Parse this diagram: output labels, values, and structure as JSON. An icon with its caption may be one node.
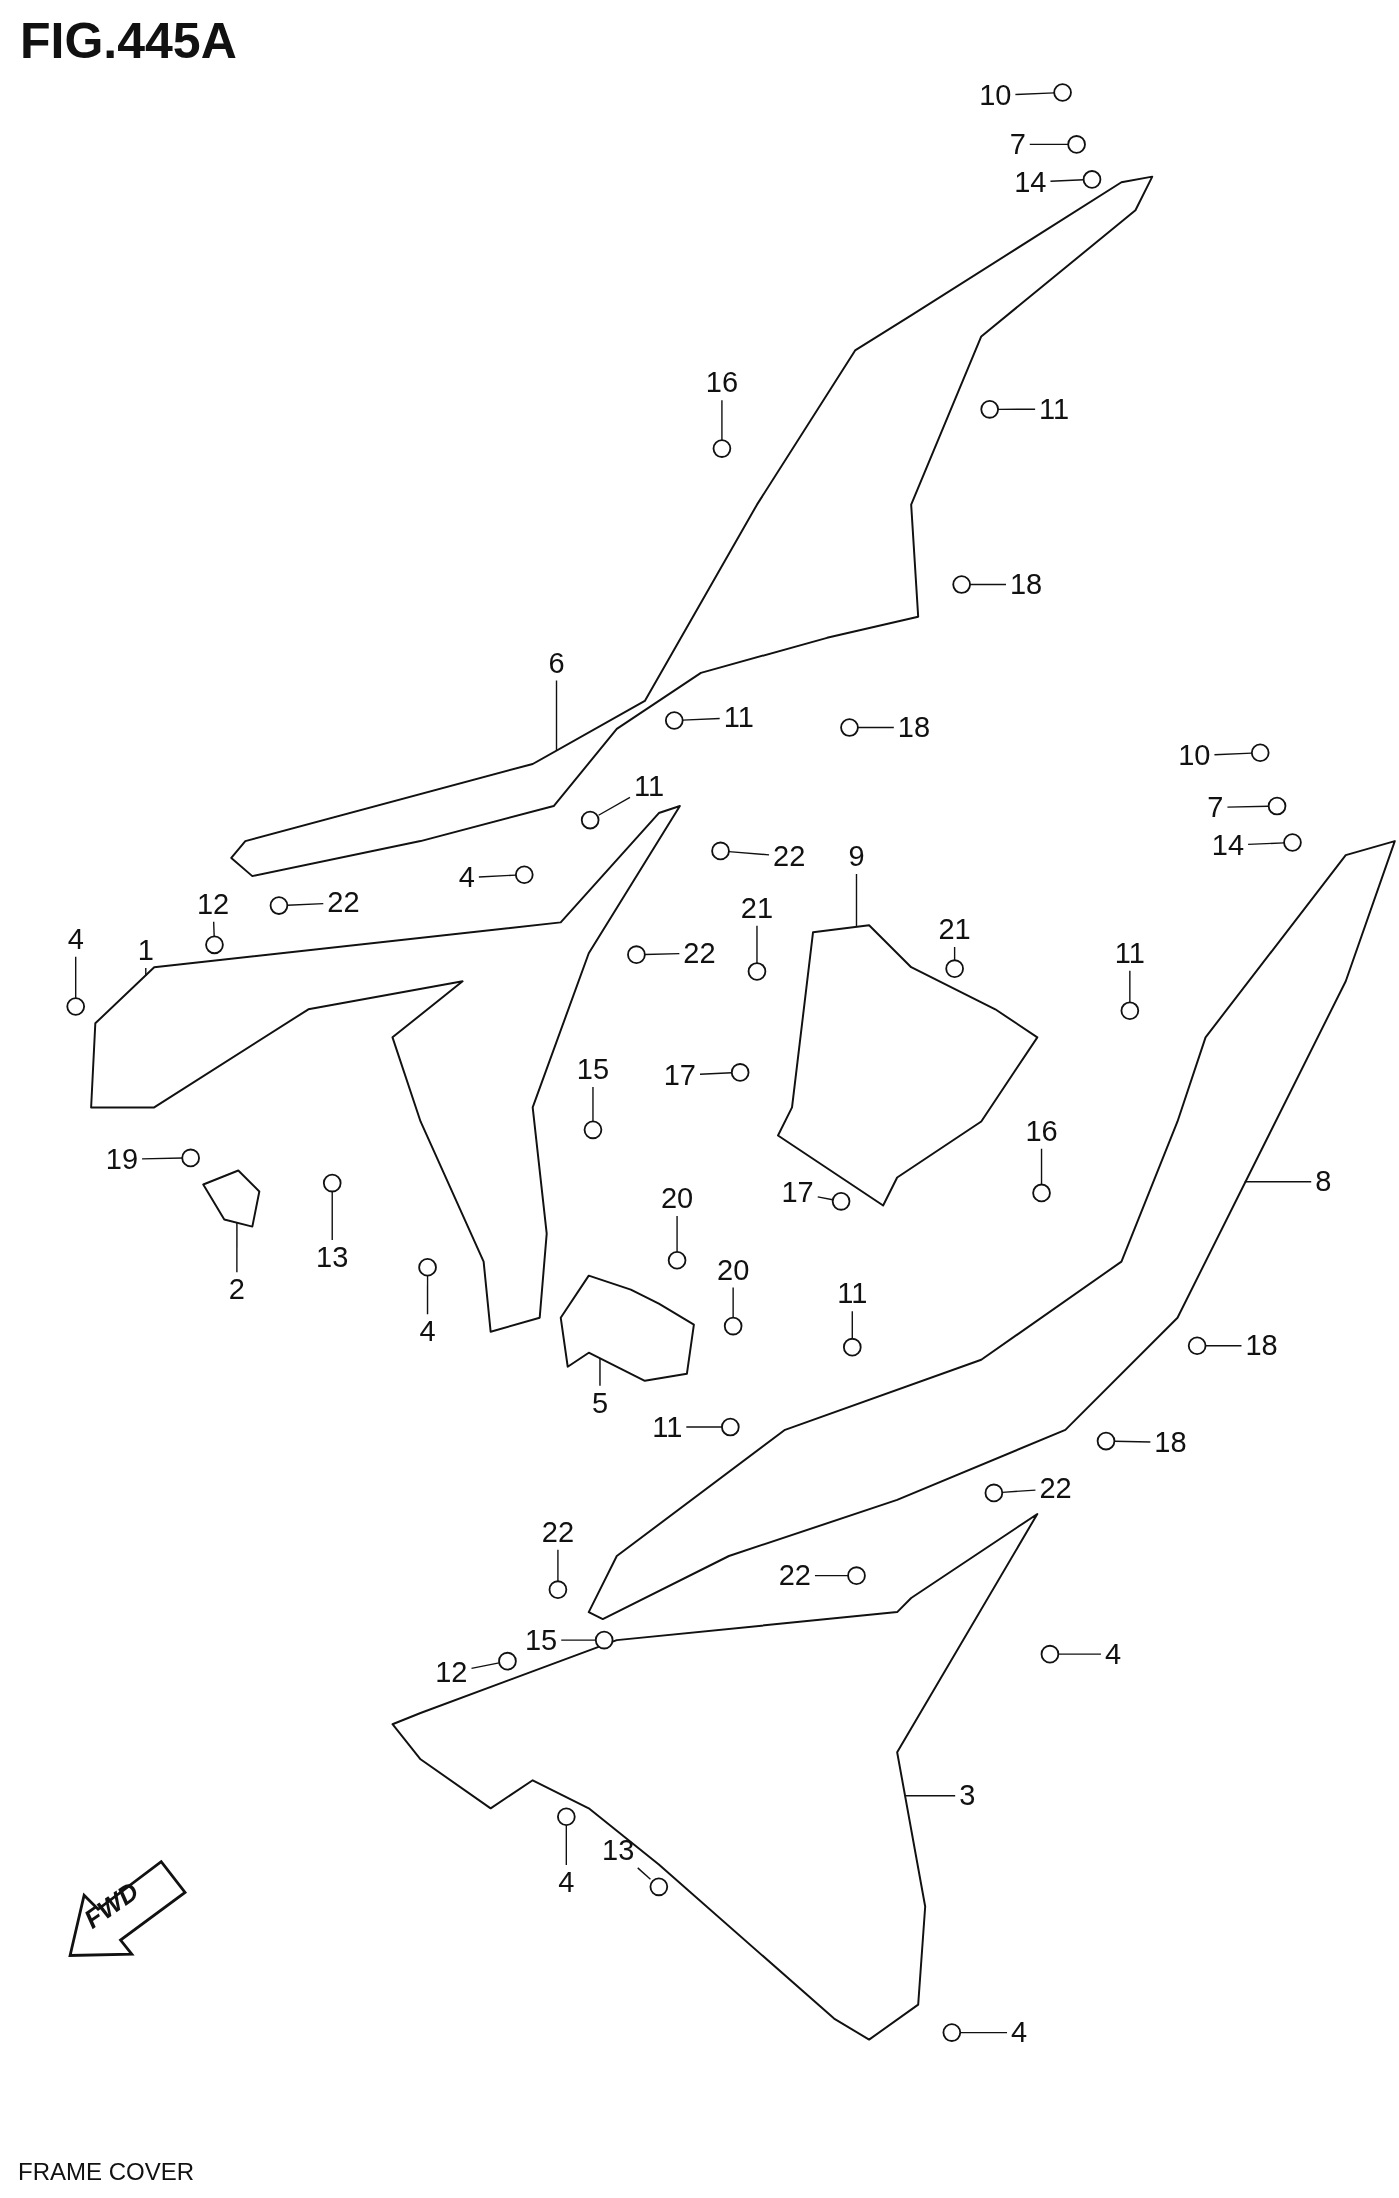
{
  "diagram": {
    "title": "FIG.445A",
    "caption": "FRAME COVER",
    "nodes": [
      {
        "text": [
          "10"
        ]
      },
      {
        "text": [
          "7"
        ]
      },
      {
        "text": [
          "14"
        ]
      },
      {
        "text": [
          "16"
        ]
      },
      {
        "text": [
          "11"
        ]
      },
      {
        "text": [
          "18"
        ]
      },
      {
        "text": [
          "6"
        ]
      },
      {
        "text": [
          "11"
        ]
      },
      {
        "text": [
          "18"
        ]
      },
      {
        "text": [
          "11"
        ]
      },
      {
        "text": [
          "22"
        ]
      },
      {
        "text": [
          "10"
        ]
      },
      {
        "text": [
          "7"
        ]
      },
      {
        "text": [
          "14"
        ]
      },
      {
        "text": [
          "4"
        ]
      },
      {
        "text": [
          "12"
        ]
      },
      {
        "text": [
          "22"
        ]
      },
      {
        "text": [
          "9"
        ]
      },
      {
        "text": [
          "21"
        ]
      },
      {
        "text": [
          "21"
        ]
      },
      {
        "text": [
          "11"
        ]
      },
      {
        "text": [
          "22"
        ]
      },
      {
        "text": [
          "4"
        ]
      },
      {
        "text": [
          "1"
        ]
      },
      {
        "text": [
          "17"
        ]
      },
      {
        "text": [
          "15"
        ]
      },
      {
        "text": [
          "16"
        ]
      },
      {
        "text": [
          "8"
        ]
      },
      {
        "text": [
          "19"
        ]
      },
      {
        "text": [
          "17"
        ]
      },
      {
        "text": [
          "20"
        ]
      },
      {
        "text": [
          "2"
        ]
      },
      {
        "text": [
          "13"
        ]
      },
      {
        "text": [
          "20"
        ]
      },
      {
        "text": [
          "4"
        ]
      },
      {
        "text": [
          "11"
        ]
      },
      {
        "text": [
          "5"
        ]
      },
      {
        "text": [
          "11"
        ]
      },
      {
        "text": [
          "18"
        ]
      },
      {
        "text": [
          "18"
        ]
      },
      {
        "text": [
          "22"
        ]
      },
      {
        "text": [
          "22"
        ]
      },
      {
        "text": [
          "22"
        ]
      },
      {
        "text": [
          "4"
        ]
      },
      {
        "text": [
          "15"
        ]
      },
      {
        "text": [
          "12"
        ]
      },
      {
        "text": [
          "3"
        ]
      },
      {
        "text": [
          "13"
        ]
      },
      {
        "text": [
          "4"
        ]
      },
      {
        "text": [
          "4"
        ]
      },
      {
        "text": [],
        "shape": "picture"
      },
      {
        "text": [],
        "shape": "picture"
      },
      {
        "text": [],
        "shape": "picture"
      },
      {
        "text": [],
        "shape": "picture"
      },
      {
        "text": [],
        "shape": "picture"
      },
      {
        "text": [],
        "shape": "picture"
      },
      {
        "text": [],
        "shape": "picture"
      },
      {
        "text": [],
        "shape": "circle"
      },
      {
        "text": [],
        "shape": "circle"
      },
      {
        "text": [],
        "shape": "circle"
      },
      {
        "text": [],
        "shape": "circle"
      },
      {
        "text": [],
        "shape": "circle"
      },
      {
        "text": [],
        "shape": "circle"
      },
      {
        "text": [],
        "shape": "circle"
      },
      {
        "text": [],
        "shape": "circle"
      },
      {
        "text": [],
        "shape": "circle"
      },
      {
        "text": [],
        "shape": "circle"
      },
      {
        "text": [],
        "shape": "circle"
      },
      {
        "text": [],
        "shape": "circle"
      },
      {
        "text": [],
        "shape": "circle"
      },
      {
        "text": [],
        "shape": "circle"
      },
      {
        "text": [],
        "shape": "circle"
      },
      {
        "text": [],
        "shape": "circle"
      },
      {
        "text": [],
        "shape": "circle"
      },
      {
        "text": [],
        "shape": "circle"
      },
      {
        "text": [],
        "shape": "circle"
      },
      {
        "text": [],
        "shape": "circle"
      },
      {
        "text": [],
        "shape": "circle"
      },
      {
        "text": [],
        "shape": "circle"
      },
      {
        "text": [],
        "shape": "circle"
      },
      {
        "text": [],
        "shape": "circle"
      },
      {
        "text": [],
        "shape": "circle"
      },
      {
        "text": [],
        "shape": "circle"
      },
      {
        "text": [],
        "shape": "circle"
      },
      {
        "text": [],
        "shape": "circle"
      },
      {
        "text": [],
        "shape": "circle"
      },
      {
        "text": [],
        "shape": "circle"
      },
      {
        "text": [],
        "shape": "circle"
      },
      {
        "text": [],
        "shape": "circle"
      },
      {
        "text": [],
        "shape": "circle"
      },
      {
        "text": [],
        "shape": "circle"
      },
      {
        "text": [],
        "shape": "circle"
      },
      {
        "text": [],
        "shape": "circle"
      },
      {
        "text": [],
        "shape": "circle"
      },
      {
        "text": [],
        "shape": "circle"
      },
      {
        "text": [],
        "shape": "circle"
      },
      {
        "text": [],
        "shape": "circle"
      },
      {
        "text": [],
        "shape": "circle"
      },
      {
        "text": [],
        "shape": "circle"
      },
      {
        "text": [],
        "shape": "circle"
      }
    ],
    "edges": [
      {
        "from": 0,
        "to": 57,
        "arrow": "none"
      },
      {
        "from": 1,
        "to": 58,
        "arrow": "none"
      },
      {
        "from": 2,
        "to": 59,
        "arrow": "none"
      },
      {
        "from": 3,
        "to": 60,
        "arrow": "none"
      },
      {
        "from": 4,
        "to": 61,
        "arrow": "none"
      },
      {
        "from": 5,
        "to": 62,
        "arrow": "none"
      },
      {
        "from": 6,
        "to": 50,
        "arrow": "none"
      },
      {
        "from": 7,
        "to": 63,
        "arrow": "none"
      },
      {
        "from": 8,
        "to": 64,
        "arrow": "none"
      },
      {
        "from": 9,
        "to": 65,
        "arrow": "none"
      },
      {
        "from": 10,
        "to": 66,
        "arrow": "none"
      },
      {
        "from": 11,
        "to": 67,
        "arrow": "none"
      },
      {
        "from": 12,
        "to": 68,
        "arrow": "none"
      },
      {
        "from": 13,
        "to": 69,
        "arrow": "none"
      },
      {
        "from": 14,
        "to": 70,
        "arrow": "none"
      },
      {
        "from": 15,
        "to": 71,
        "arrow": "none"
      },
      {
        "from": 16,
        "to": 72,
        "arrow": "none"
      },
      {
        "from": 17,
        "to": 52,
        "arrow": "none"
      },
      {
        "from": 18,
        "to": 73,
        "arrow": "none"
      },
      {
        "from": 19,
        "to": 74,
        "arrow": "none"
      },
      {
        "from": 20,
        "to": 75,
        "arrow": "none"
      },
      {
        "from": 21,
        "to": 76,
        "arrow": "none"
      },
      {
        "from": 22,
        "to": 77,
        "arrow": "none"
      },
      {
        "from": 23,
        "to": 51,
        "arrow": "none"
      },
      {
        "from": 24,
        "to": 78,
        "arrow": "none"
      },
      {
        "from": 25,
        "to": 79,
        "arrow": "none"
      },
      {
        "from": 26,
        "to": 80,
        "arrow": "none"
      },
      {
        "from": 27,
        "to": 53,
        "arrow": "none"
      },
      {
        "from": 28,
        "to": 81,
        "arrow": "none"
      },
      {
        "from": 29,
        "to": 82,
        "arrow": "none"
      },
      {
        "from": 30,
        "to": 83,
        "arrow": "none"
      },
      {
        "from": 31,
        "to": 56,
        "arrow": "none"
      },
      {
        "from": 32,
        "to": 84,
        "arrow": "none"
      },
      {
        "from": 33,
        "to": 85,
        "arrow": "none"
      },
      {
        "from": 34,
        "to": 86,
        "arrow": "none"
      },
      {
        "from": 35,
        "to": 87,
        "arrow": "none"
      },
      {
        "from": 36,
        "to": 55,
        "arrow": "none"
      },
      {
        "from": 37,
        "to": 88,
        "arrow": "none"
      },
      {
        "from": 38,
        "to": 89,
        "arrow": "none"
      },
      {
        "from": 39,
        "to": 90,
        "arrow": "none"
      },
      {
        "from": 40,
        "to": 91,
        "arrow": "none"
      },
      {
        "from": 41,
        "to": 92,
        "arrow": "none"
      },
      {
        "from": 42,
        "to": 93,
        "arrow": "none"
      },
      {
        "from": 43,
        "to": 94,
        "arrow": "none"
      },
      {
        "from": 44,
        "to": 95,
        "arrow": "none"
      },
      {
        "from": 45,
        "to": 96,
        "arrow": "none"
      },
      {
        "from": 46,
        "to": 54,
        "arrow": "none"
      },
      {
        "from": 47,
        "to": 97,
        "arrow": "none"
      },
      {
        "from": 48,
        "to": 98,
        "arrow": "none"
      },
      {
        "from": 49,
        "to": 99,
        "arrow": "none"
      }
    ],
    "labels": [
      "FWD"
    ]
  }
}
